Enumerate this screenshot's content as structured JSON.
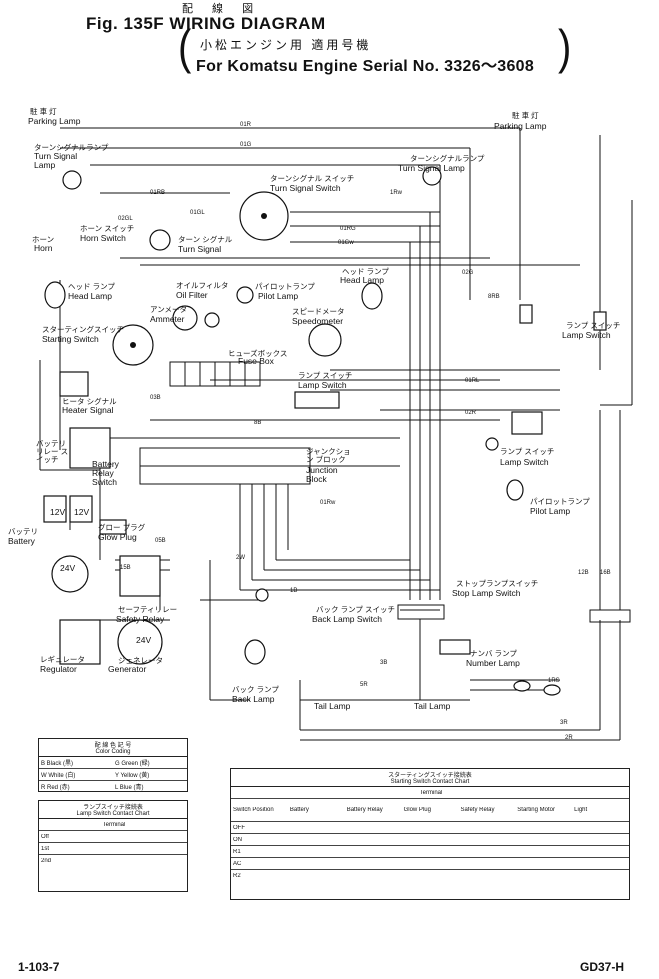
{
  "header": {
    "japanese_title": "配 線 図",
    "fig_title": "Fig. 135F  WIRING DIAGRAM",
    "japanese_subtitle": "小松エンジン用  適用号機",
    "english_subtitle": "For Komatsu Engine  Serial No. 3326～3608"
  },
  "components": {
    "parking_lamp_left_jp": "駐 車 灯",
    "parking_lamp_left": "Parking Lamp",
    "turn_signal_lamp_left_jp": "ターンシグナルランプ",
    "turn_signal_lamp_left": "Turn Signal Lamp",
    "parking_lamp_right_jp": "駐 車 灯",
    "parking_lamp_right": "Parking Lamp",
    "turn_signal_lamp_right_jp": "ターンシグナルランプ",
    "turn_signal_lamp_right": "Turn Signal Lamp",
    "turn_signal_switch_jp": "ターンシグナル スイッチ",
    "turn_signal_switch": "Turn Signal Switch",
    "horn_switch_jp": "ホーン スイッチ",
    "horn_switch": "Horn Switch",
    "horn_jp": "ホーン",
    "horn": "Horn",
    "turn_signal_jp": "ターン シグナル",
    "turn_signal": "Turn Signal",
    "head_lamp_left_jp": "ヘッド ランプ",
    "head_lamp_left": "Head Lamp",
    "head_lamp_right_jp": "ヘッド ランプ",
    "head_lamp_right": "Head Lamp",
    "oil_filter_jp": "オイルフィルタ",
    "oil_filter": "Oil Filter",
    "pilot_lamp_jp": "パイロットランプ",
    "pilot_lamp": "Pilot Lamp",
    "ammeter_jp": "アンメータ",
    "ammeter": "Ammeter",
    "speedometer_jp": "スピードメータ",
    "speedometer": "Speedometer",
    "starting_switch_jp": "スターティングスイッチ",
    "starting_switch": "Starting Switch",
    "fuse_box_jp": "ヒューズボックス",
    "fuse_box": "Fuse Box",
    "lamp_switch_jp": "ランプ スイッチ",
    "lamp_switch": "Lamp Switch",
    "heater_signal_jp": "ヒータ シグナル",
    "heater_signal": "Heater Signal",
    "battery_relay_switch_jp": "バッテリ リレー スイッチ",
    "battery_relay_switch": "Battery Relay Switch",
    "junction_block_jp": "ジャンクション ブロック",
    "junction_block": "Junction Block",
    "lamp_switch_right_jp": "ランプ スイッチ",
    "lamp_switch_right": "Lamp Switch",
    "pilot_lamp_right_jp": "パイロットランプ",
    "pilot_lamp_right": "Pilot Lamp",
    "battery_jp": "バッテリ",
    "battery": "Battery",
    "glow_plug_jp": "グロー プラグ",
    "glow_plug": "Glow Plug",
    "safety_relay_jp": "セーフティリレー",
    "safety_relay": "Safety Relay",
    "regulator_jp": "レギュレータ",
    "regulator": "Regulator",
    "generator_jp": "ジェネレータ",
    "generator": "Generator",
    "stop_lamp_switch_jp": "ストップランプスイッチ",
    "stop_lamp_switch": "Stop Lamp Switch",
    "back_lamp_switch_jp": "バック ランプ スイッチ",
    "back_lamp_switch": "Back Lamp Switch",
    "number_lamp_jp": "ナンバ ランプ",
    "number_lamp": "Number Lamp",
    "back_lamp_jp": "バック ランプ",
    "back_lamp": "Back Lamp",
    "tail_lamp_left": "Tail Lamp",
    "tail_lamp_right": "Tail Lamp",
    "twelve_v": "12V",
    "twenty_four_v": "24V",
    "wire_codes": [
      "01R",
      "01RG",
      "01GL",
      "01G",
      "01Gw",
      "01RL",
      "01Rw",
      "01RB",
      "02GL",
      "02G",
      "02R",
      "03B",
      "05B",
      "15B",
      "1B",
      "2R",
      "2W",
      "3B",
      "3R",
      "5R",
      "8RB",
      "12B",
      "16B",
      "1Rw",
      "8B",
      "1RS"
    ]
  },
  "tables": {
    "color_coding": {
      "title_jp": "配 線 色 記 号",
      "title": "Color Coding",
      "rows": [
        [
          "B Black (黒)",
          "G Green (緑)"
        ],
        [
          "W White (白)",
          "Y Yellow (黄)"
        ],
        [
          "R Red (赤)",
          "L Blue (青)"
        ]
      ]
    },
    "lamp_switch_chart": {
      "title_jp": "ランプスイッチ接続表",
      "title": "Lamp Switch Contact Chart",
      "header": "Terminal",
      "rows": [
        "Off",
        "1st",
        "2nd"
      ]
    },
    "starting_switch_chart": {
      "title_jp": "スターティングスイッチ接続表",
      "title": "Starting Switch Contact Chart",
      "header": "Terminal",
      "columns": [
        "Switch Position",
        "Battery",
        "Battery Relay",
        "Glow Plug",
        "Safety Relay",
        "Starting Motor",
        "Light"
      ],
      "rows": [
        "OFF",
        "ON",
        "R1",
        "AC",
        "R2"
      ]
    }
  },
  "footer": {
    "page_number": "1-103-7",
    "code": "GD37-H"
  }
}
